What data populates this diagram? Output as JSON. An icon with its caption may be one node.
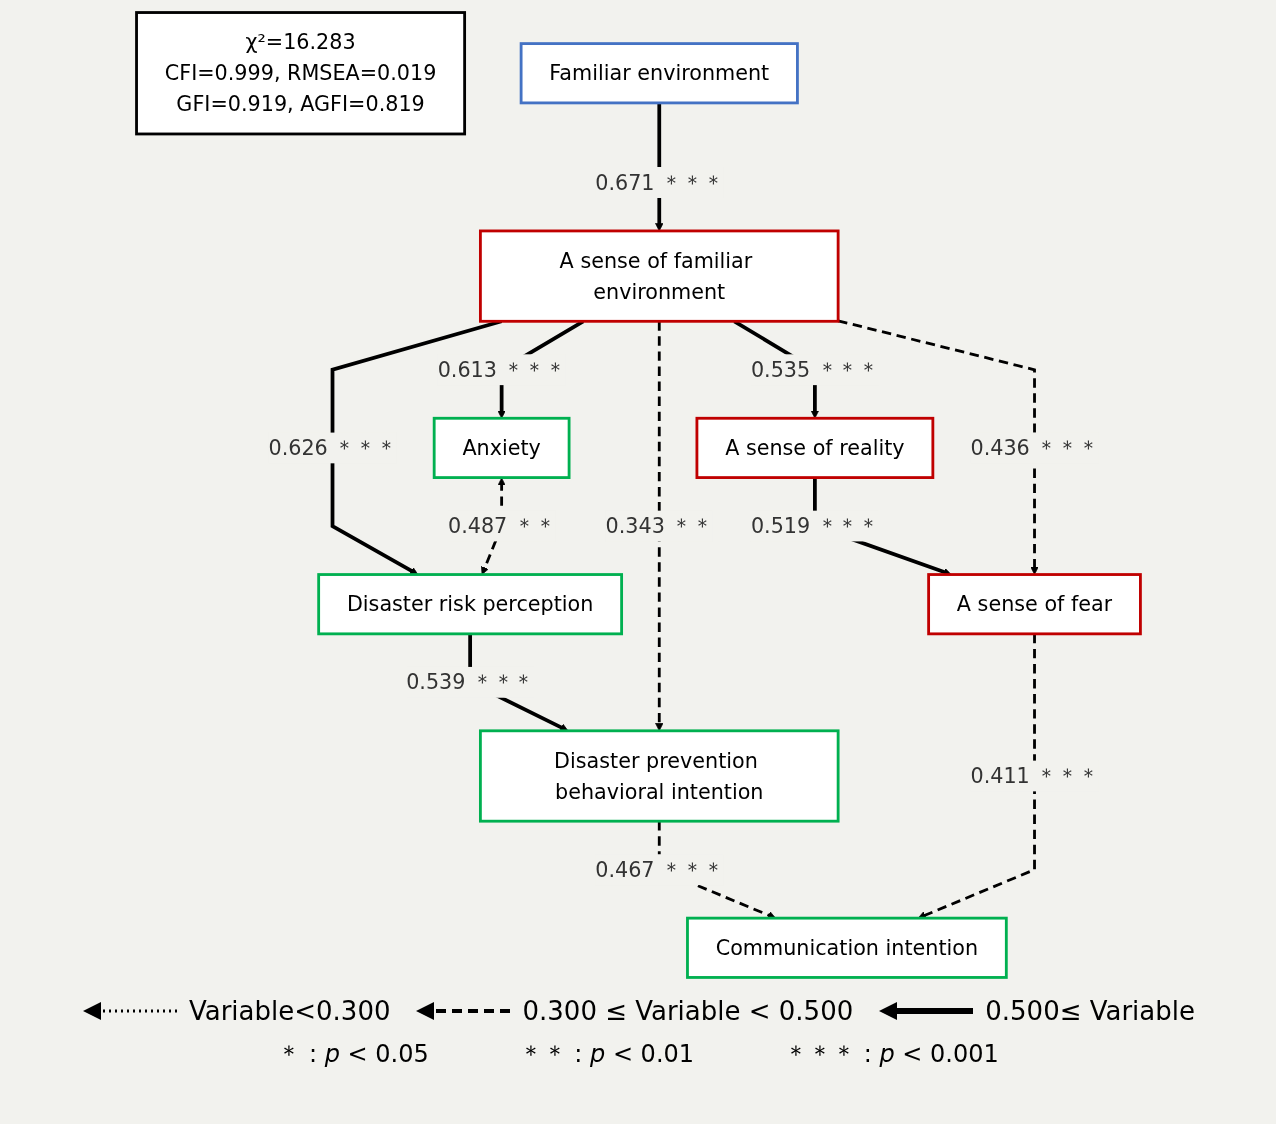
{
  "diagram": {
    "nodes": [
      {
        "text": [
          "χ²=16.283",
          "CFI=0.999, RMSEA=0.019",
          "GFI=0.919, AGFI=0.819"
        ]
      },
      {
        "text": [
          "Familiar environment"
        ]
      },
      {
        "text": [
          "A sense of familiar environment"
        ]
      },
      {
        "text": [
          "A sense of reality"
        ]
      },
      {
        "text": [
          "A sense of fear"
        ]
      },
      {
        "text": [
          "Anxiety"
        ]
      },
      {
        "text": [
          "Disaster risk perception"
        ]
      },
      {
        "text": [
          "Disaster prevention behavioral intention"
        ]
      },
      {
        "text": [
          "Communication intention"
        ]
      }
    ],
    "edges": [
      {
        "from": 1,
        "to": 2,
        "arrow": "to",
        "label": "0.671 ＊＊＊"
      },
      {
        "from": 2,
        "to": 3,
        "arrow": "to",
        "label": "0.535 ＊＊＊"
      },
      {
        "from": 3,
        "to": 4,
        "arrow": "to",
        "label": "0.519 ＊＊＊"
      },
      {
        "from": 2,
        "to": 4,
        "arrow": "to",
        "label": "0.436 ＊＊＊",
        "style": "dashed"
      },
      {
        "from": 2,
        "to": 5,
        "arrow": "to",
        "label": "0.613 ＊＊＊"
      },
      {
        "from": 2,
        "to": 6,
        "arrow": "to",
        "label": "0.626 ＊＊＊"
      },
      {
        "from": 5,
        "to": 6,
        "arrow": "both",
        "label": "0.487 ＊＊",
        "style": "dashed"
      },
      {
        "from": 6,
        "to": 7,
        "arrow": "to",
        "label": "0.539 ＊＊＊"
      },
      {
        "from": 2,
        "to": 7,
        "arrow": "to",
        "label": "0.343 ＊＊",
        "style": "dashed"
      },
      {
        "from": 7,
        "to": 8,
        "arrow": "to",
        "label": "0.467 ＊＊＊",
        "style": "dashed"
      },
      {
        "from": 4,
        "to": 8,
        "arrow": "to",
        "label": "0.411 ＊＊＊",
        "style": "dashed"
      }
    ],
    "labels": [
      "＊ : *p* < 0.05",
      "＊＊ : *p* < 0.01",
      "＊＊＊ : *p* < 0.001"
    ],
    "legend": [
      {
        "text": "Variable<0.300"
      },
      {
        "text": "0.300 ≤ Variable < 0.500"
      },
      {
        "text": "0.500≤ Variable"
      }
    ]
  }
}
